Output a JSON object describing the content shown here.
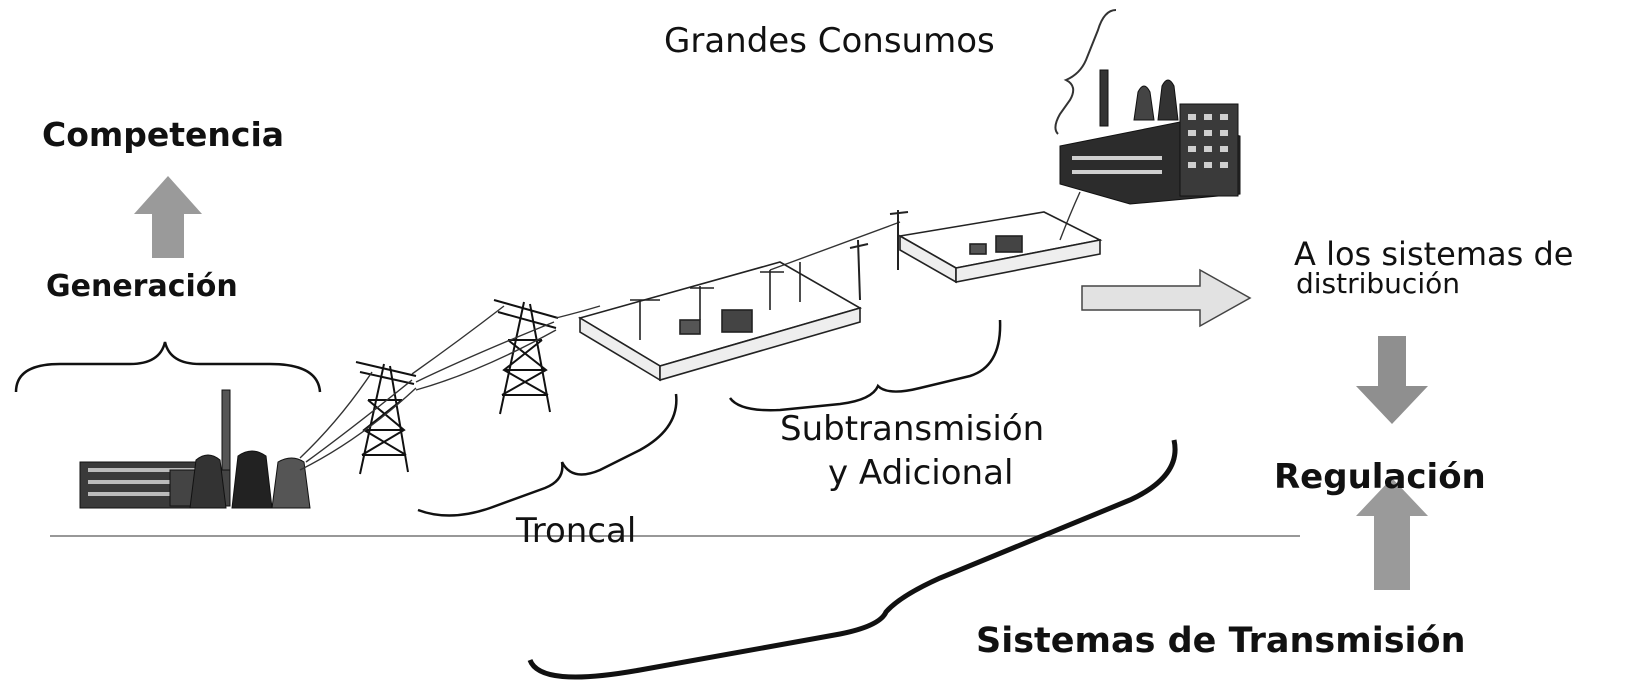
{
  "labels": {
    "competencia": "Competencia",
    "generacion": "Generación",
    "troncal": "Troncal",
    "subtransmision_line1": "Subtransmisión",
    "subtransmision_line2": "y Adicional",
    "grandes_consumos": "Grandes Consumos",
    "distribucion_line1": "A los sistemas de",
    "distribucion_line2": "distribución",
    "regulacion": "Regulación",
    "sistemas_transmision": "Sistemas de Transmisión"
  },
  "colors": {
    "ink": "#111111",
    "arrow_gray": "#9a9a9a",
    "arrow_light": "#d9d9d9"
  },
  "icons": [
    "power-plant-icon",
    "transmission-tower-icon",
    "substation-icon",
    "factory-icon"
  ]
}
